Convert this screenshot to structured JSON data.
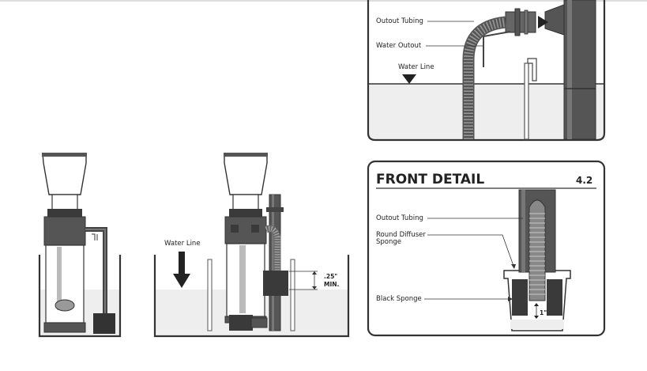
{
  "top_detail": {
    "labels": {
      "outout_tubing": "Outout Tubing",
      "water_outout": "Water Outout",
      "water_line": "Water Line"
    }
  },
  "front_detail": {
    "title": "FRONT DETAIL",
    "number": "4.2",
    "labels": {
      "outout_tubing": "Outout Tubing",
      "round_diffuser_line1": "Round Diffuser",
      "round_diffuser_line2": "Sponge",
      "black_sponge": "Black Sponge",
      "measure": "1\""
    }
  },
  "middle_diagram": {
    "water_line": "Water Line",
    "measure_line1": ".25\"",
    "measure_line2": "MIN."
  },
  "colors": {
    "frame": "#333333",
    "water": "#eeeeee",
    "pipe": "#555555",
    "dark": "#3a3a3a"
  }
}
